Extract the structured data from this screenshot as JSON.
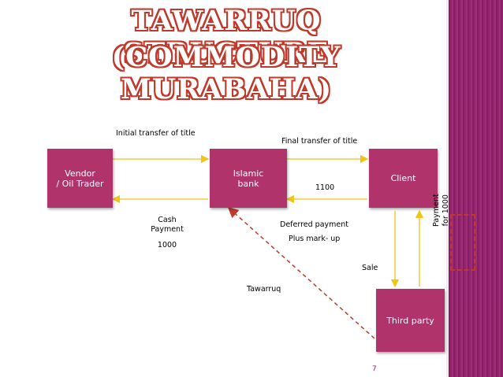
{
  "title": {
    "line1": "TAWARRUQ  STRUCTURE",
    "line2": "(COMMODITY MURABAHA)"
  },
  "nodes": {
    "vendor_line1": "Vendor",
    "vendor_line2": "/ Oil Trader",
    "bank_line1": "Islamic",
    "bank_line2": "bank",
    "client": "Client",
    "third_party": "Third party"
  },
  "labels": {
    "initial_transfer": "Initial transfer of title",
    "final_transfer": "Final transfer of title",
    "amount_1100": "1100",
    "cash": "Cash",
    "payment": "Payment",
    "amount_1000": "1000",
    "deferred_payment": "Deferred payment",
    "plus_markup": "Plus mark- up",
    "sale": "Sale",
    "tawarruq": "Tawarruq",
    "payment_for_1000_line1": "Payment",
    "payment_for_1000_line2": "for 1000"
  },
  "page_number": "7",
  "colors": {
    "box": "#b0336b",
    "arrow": "#f0c419",
    "dashed_arrow": "#c0392b",
    "sidebar": "#8e1d66",
    "title_outline": "#c0392b"
  }
}
